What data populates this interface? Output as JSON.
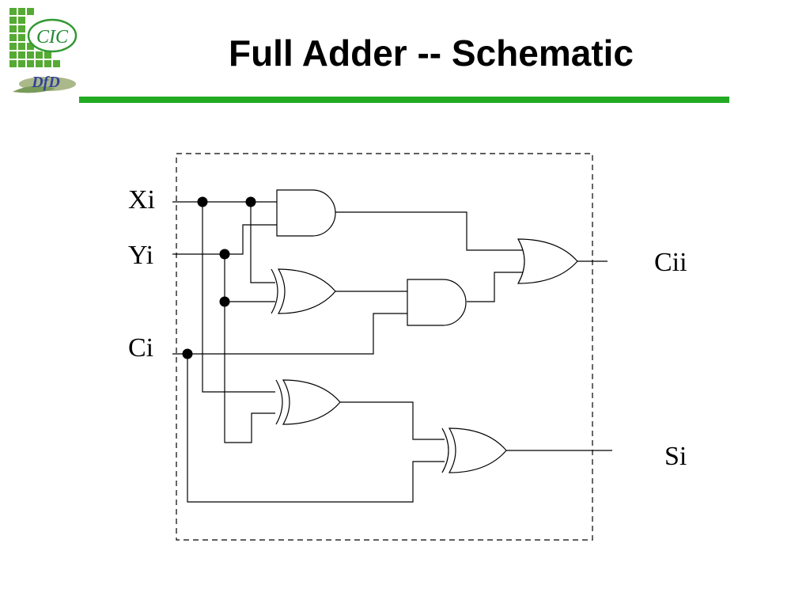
{
  "header": {
    "title": "Full Adder -- Schematic",
    "logo_text": "CIC",
    "logo_subtext": "DfD",
    "accent_color": "#22aa22"
  },
  "diagram": {
    "inputs": {
      "x": "Xi",
      "y": "Yi",
      "c": "Ci"
    },
    "outputs": {
      "carry": "Cii",
      "sum": "Si"
    },
    "gates": [
      "and-gate",
      "xor-gate",
      "and-gate",
      "or-gate",
      "xor-gate",
      "xor-gate"
    ]
  }
}
